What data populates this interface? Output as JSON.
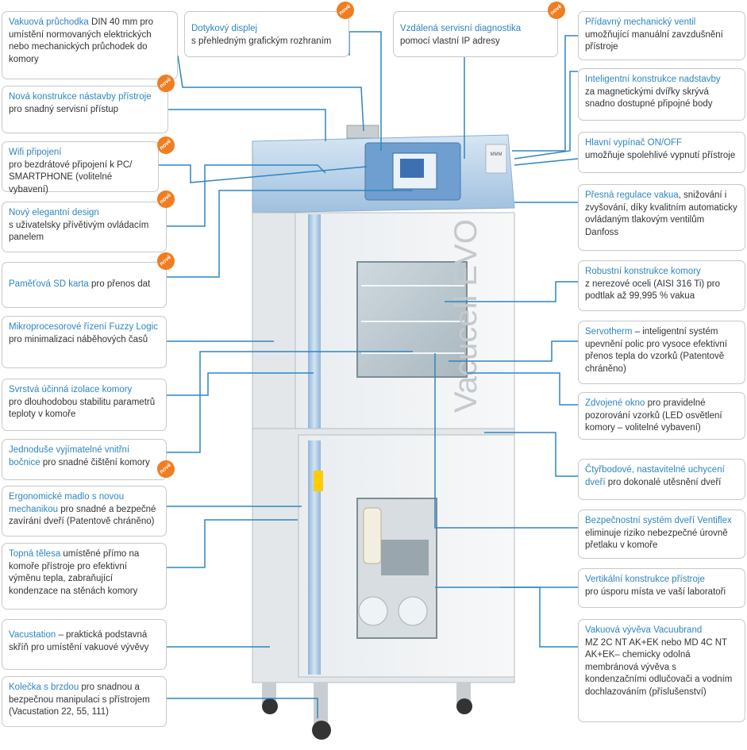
{
  "badge_label": "nové",
  "product_label": "Vacucell EVO",
  "brand_label": "MMM",
  "colors": {
    "accent": "#2e86c1",
    "badge": "#f07d21",
    "top": "#b9d3ea"
  },
  "left": [
    {
      "hl": "Vakuová průchodka",
      "txt": " DIN 40 mm pro umístění normovaných elektrických nebo mechanických průchodek do komory"
    },
    {
      "hl": "Nová konstrukce nástavby přístroje",
      "txt": " pro snadný servisní přístup"
    },
    {
      "hl": "Wifi připojení",
      "txt": " pro bezdrátové připojení k PC/ SMARTPHONE (volitelné vybavení)"
    },
    {
      "hl": "Nový elegantní design",
      "txt": " s uživatelsky přívětivým ovládacím panelem"
    },
    {
      "hl": "Paměťová SD karta",
      "txt": " pro přenos dat"
    },
    {
      "hl": "Mikroprocesorové řízení Fuzzy Logic",
      "txt": " pro minimalizaci náběhových časů"
    },
    {
      "hl": "Svrstvá účinná izolace komory",
      "txt": " pro dlouhodobou stabilitu parametrů teploty v komoře"
    },
    {
      "hl": "Jednoduše vyjímatelné vnitřní bočnice",
      "txt": " pro snadné čištění komory"
    },
    {
      "hl": "Ergonomické madlo s novou mechanikou",
      "txt": " pro snadné a bezpečné zavírání dveří (Patentově chráněno)"
    },
    {
      "hl": "Topná tělesa",
      "txt": " umístěné přímo na komoře přístroje pro efektivní výměnu tepla, zabraňující kondenzace na stěnách komory"
    },
    {
      "hl": "Vacustation",
      "txt": " – praktická podstavná skříň pro umístění vakuové vývěvy"
    },
    {
      "hl": "Kolečka s brzdou",
      "txt": " pro snadnou a bezpečnou manipulaci s přístrojem (Vacustation 22, 55, 111)"
    }
  ],
  "top": [
    {
      "hl": "Dotykový displej",
      "txt": " s přehledným grafickým rozhraním"
    },
    {
      "hl": "Vzdálená servisní diagnostika",
      "txt": " pomocí vlastní IP adresy"
    }
  ],
  "right": [
    {
      "hl": "Přídavný mechanický ventil",
      "txt": " umožňující manuální zavzdušnění přístroje"
    },
    {
      "hl": "Inteligentní konstrukce nadstavby",
      "txt": " za magnetickými dvířky skrývá snadno dostupné připojné body"
    },
    {
      "hl": "Hlavní vypínač ON/OFF",
      "txt": " umožňuje spolehlivé vypnutí přístroje"
    },
    {
      "hl": "Přesná regulace vakua",
      "txt": ", snižování i zvyšování, díky kvalitním automaticky ovládaným tlakovým ventilům Danfoss"
    },
    {
      "hl": "Robustní konstrukce komory",
      "txt": " z nerezové oceli (AISI 316 Ti) pro podtlak až 99,995 % vakua"
    },
    {
      "hl": "Servotherm",
      "txt": " – inteligentní systém upevnění polic pro vysoce efektivní přenos tepla do vzorků (Patentově chráněno)"
    },
    {
      "hl": "Zdvojené okno",
      "txt": " pro pravidelné pozorování vzorků (LED osvětlení komory – volitelné vybavení)"
    },
    {
      "hl": "Čtyřbodové, nastavitelné uchycení dveří",
      "txt": " pro dokonalé utěsnění dveří"
    },
    {
      "hl": "Bezpečnostní systém dveří Ventiflex",
      "txt": " eliminuje riziko nebezpečné úrovně přetlaku v komoře"
    },
    {
      "hl": "Vertikální konstrukce přístroje",
      "txt": " pro úsporu místa ve vaší laboratoři"
    },
    {
      "hl": "Vakuová vývěva Vacuubrand",
      "txt": " MZ 2C NT AK+EK nebo MD 4C NT AK+EK– chemicky odolná membránová vývěva s kondenzačními odlučovači a vodním dochlazováním (příslušenství)"
    }
  ]
}
